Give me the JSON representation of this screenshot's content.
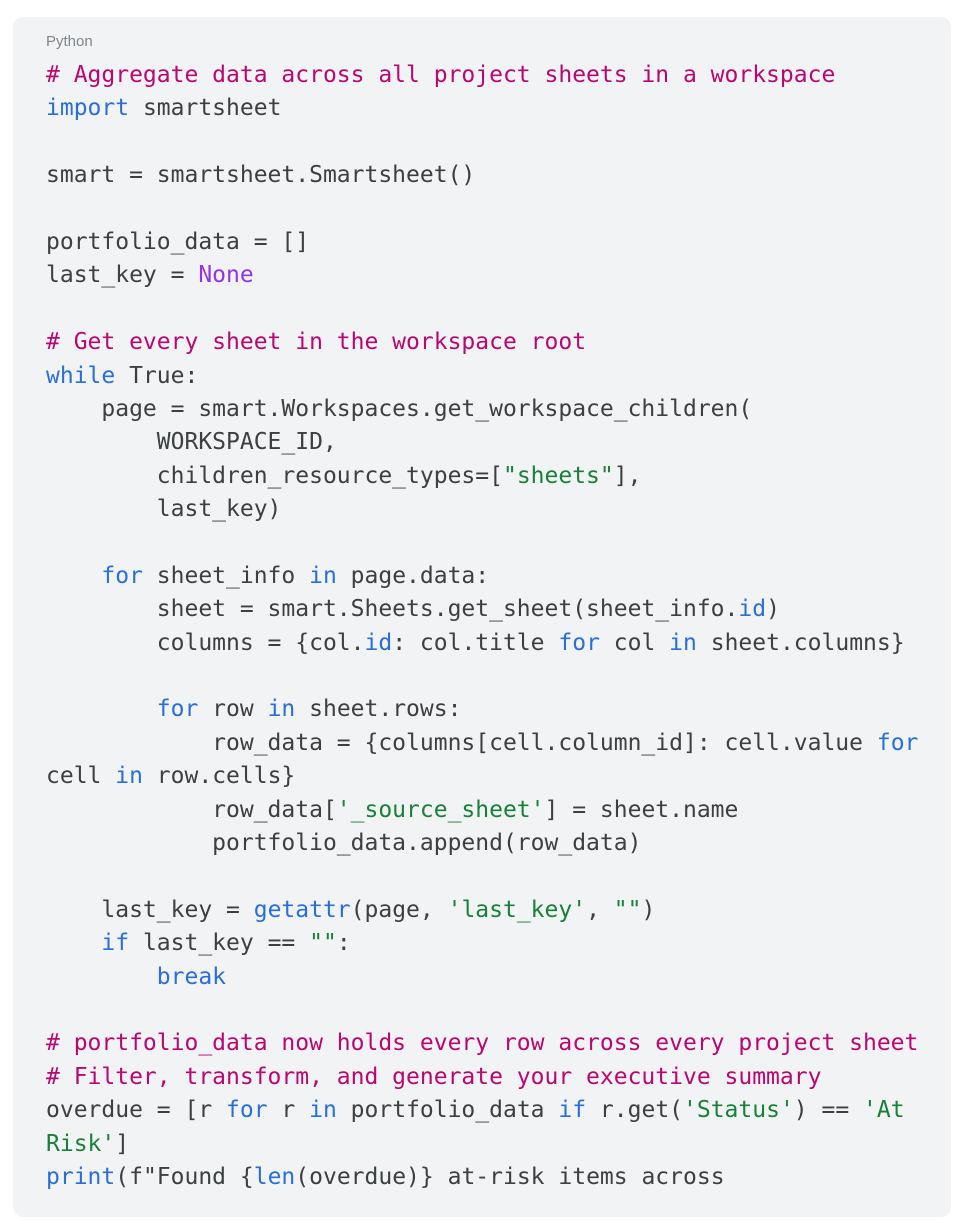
{
  "code_block": {
    "language_label": "Python",
    "colors": {
      "page_background": "#ffffff",
      "card_background": "#f1f3f4",
      "plain_text": "#3c4043",
      "keyword": "#2a6fd6",
      "string": "#188038",
      "comment": "#b80672",
      "literal": "#9334e6",
      "label_text": "#80868b"
    },
    "lines": [
      {
        "segments": [
          {
            "t": "# Aggregate data across all project sheets in a workspace",
            "c": "c"
          }
        ]
      },
      {
        "segments": [
          {
            "t": "import",
            "c": "k"
          },
          {
            "t": " smartsheet",
            "c": "p"
          }
        ]
      },
      {
        "segments": []
      },
      {
        "segments": [
          {
            "t": "smart = smartsheet.Smartsheet()",
            "c": "p"
          }
        ]
      },
      {
        "segments": []
      },
      {
        "segments": [
          {
            "t": "portfolio_data = []",
            "c": "p"
          }
        ]
      },
      {
        "segments": [
          {
            "t": "last_key = ",
            "c": "p"
          },
          {
            "t": "None",
            "c": "l"
          }
        ]
      },
      {
        "segments": []
      },
      {
        "segments": [
          {
            "t": "# Get every sheet in the workspace root",
            "c": "c"
          }
        ]
      },
      {
        "segments": [
          {
            "t": "while",
            "c": "k"
          },
          {
            "t": " True:",
            "c": "p"
          }
        ]
      },
      {
        "segments": [
          {
            "t": "    page = smart.Workspaces.get_workspace_children(",
            "c": "p"
          }
        ]
      },
      {
        "segments": [
          {
            "t": "        WORKSPACE_ID,",
            "c": "p"
          }
        ]
      },
      {
        "segments": [
          {
            "t": "        children_resource_types=[",
            "c": "p"
          },
          {
            "t": "\"sheets\"",
            "c": "s"
          },
          {
            "t": "],",
            "c": "p"
          }
        ]
      },
      {
        "segments": [
          {
            "t": "        last_key)",
            "c": "p"
          }
        ]
      },
      {
        "segments": []
      },
      {
        "segments": [
          {
            "t": "    ",
            "c": "p"
          },
          {
            "t": "for",
            "c": "k"
          },
          {
            "t": " sheet_info ",
            "c": "p"
          },
          {
            "t": "in",
            "c": "k"
          },
          {
            "t": " page.data:",
            "c": "p"
          }
        ]
      },
      {
        "segments": [
          {
            "t": "        sheet = smart.Sheets.get_sheet(sheet_info.",
            "c": "p"
          },
          {
            "t": "id",
            "c": "k"
          },
          {
            "t": ")",
            "c": "p"
          }
        ]
      },
      {
        "segments": [
          {
            "t": "        columns = {col.",
            "c": "p"
          },
          {
            "t": "id",
            "c": "k"
          },
          {
            "t": ": col.title ",
            "c": "p"
          },
          {
            "t": "for",
            "c": "k"
          },
          {
            "t": " col ",
            "c": "p"
          },
          {
            "t": "in",
            "c": "k"
          },
          {
            "t": " sheet.columns}",
            "c": "p"
          }
        ]
      },
      {
        "segments": []
      },
      {
        "segments": [
          {
            "t": "        ",
            "c": "p"
          },
          {
            "t": "for",
            "c": "k"
          },
          {
            "t": " row ",
            "c": "p"
          },
          {
            "t": "in",
            "c": "k"
          },
          {
            "t": " sheet.rows:",
            "c": "p"
          }
        ]
      },
      {
        "segments": [
          {
            "t": "            row_data = {columns[cell.column_id]: cell.value ",
            "c": "p"
          },
          {
            "t": "for",
            "c": "k"
          }
        ]
      },
      {
        "segments": [
          {
            "t": "cell ",
            "c": "p"
          },
          {
            "t": "in",
            "c": "k"
          },
          {
            "t": " row.cells}",
            "c": "p"
          }
        ]
      },
      {
        "segments": [
          {
            "t": "            row_data[",
            "c": "p"
          },
          {
            "t": "'_source_sheet'",
            "c": "s"
          },
          {
            "t": "] = sheet.name",
            "c": "p"
          }
        ]
      },
      {
        "segments": [
          {
            "t": "            portfolio_data.append(row_data)",
            "c": "p"
          }
        ]
      },
      {
        "segments": []
      },
      {
        "segments": [
          {
            "t": "    last_key = ",
            "c": "p"
          },
          {
            "t": "getattr",
            "c": "k"
          },
          {
            "t": "(page, ",
            "c": "p"
          },
          {
            "t": "'last_key'",
            "c": "s"
          },
          {
            "t": ", ",
            "c": "p"
          },
          {
            "t": "\"\"",
            "c": "s"
          },
          {
            "t": ")",
            "c": "p"
          }
        ]
      },
      {
        "segments": [
          {
            "t": "    ",
            "c": "p"
          },
          {
            "t": "if",
            "c": "k"
          },
          {
            "t": " last_key == ",
            "c": "p"
          },
          {
            "t": "\"\"",
            "c": "s"
          },
          {
            "t": ":",
            "c": "p"
          }
        ]
      },
      {
        "segments": [
          {
            "t": "        ",
            "c": "p"
          },
          {
            "t": "break",
            "c": "k"
          }
        ]
      },
      {
        "segments": []
      },
      {
        "segments": [
          {
            "t": "# portfolio_data now holds every row across every project sheet",
            "c": "c"
          }
        ]
      },
      {
        "segments": [
          {
            "t": "# Filter, transform, and generate your executive summary",
            "c": "c"
          }
        ]
      },
      {
        "segments": [
          {
            "t": "overdue = [r ",
            "c": "p"
          },
          {
            "t": "for",
            "c": "k"
          },
          {
            "t": " r ",
            "c": "p"
          },
          {
            "t": "in",
            "c": "k"
          },
          {
            "t": " portfolio_data ",
            "c": "p"
          },
          {
            "t": "if",
            "c": "k"
          },
          {
            "t": " r.get(",
            "c": "p"
          },
          {
            "t": "'Status'",
            "c": "s"
          },
          {
            "t": ") == ",
            "c": "p"
          },
          {
            "t": "'At",
            "c": "s"
          }
        ]
      },
      {
        "segments": [
          {
            "t": "Risk'",
            "c": "s"
          },
          {
            "t": "]",
            "c": "p"
          }
        ]
      },
      {
        "segments": [
          {
            "t": "print",
            "c": "k"
          },
          {
            "t": "(f\"Found {",
            "c": "p"
          },
          {
            "t": "len",
            "c": "k"
          },
          {
            "t": "(overdue)} at-risk items across",
            "c": "p"
          }
        ]
      }
    ]
  }
}
